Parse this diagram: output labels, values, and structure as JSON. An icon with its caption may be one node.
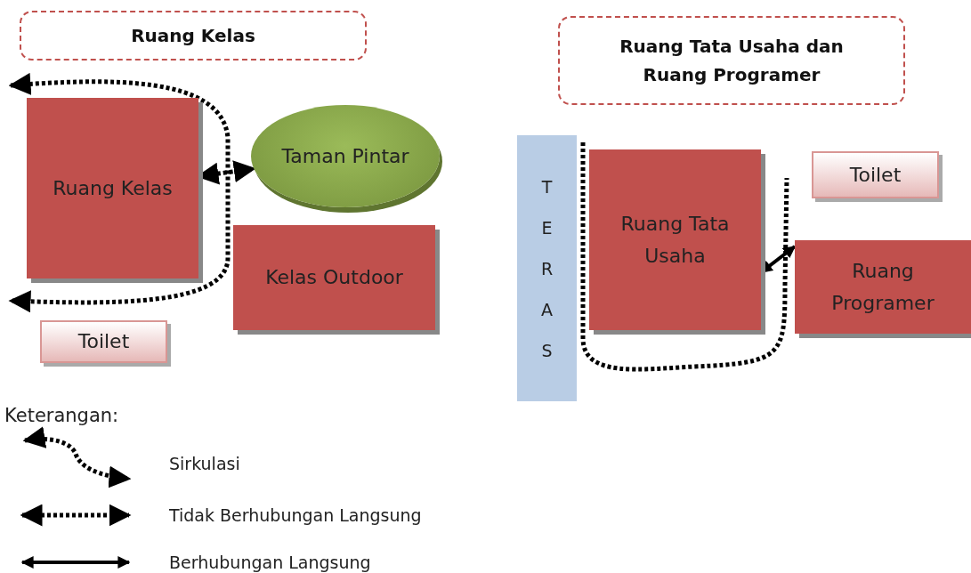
{
  "diagram": {
    "nodes": [
      {
        "text": [
          "Ruang Kelas"
        ]
      },
      {
        "text": [
          "Ruang Kelas"
        ]
      },
      {
        "text": [
          "Taman Pintar"
        ]
      },
      {
        "text": [
          "Kelas Outdoor"
        ]
      },
      {
        "text": [
          "Toilet"
        ]
      },
      {
        "text": [
          "Ruang Tata Usaha dan Ruang Programer"
        ]
      },
      {
        "text": [
          "TERAS"
        ]
      },
      {
        "text": [
          "Ruang Tata Usaha"
        ]
      },
      {
        "text": [
          "Toilet"
        ]
      },
      {
        "text": [
          "Ruang Programer"
        ]
      }
    ],
    "edges": [
      {
        "from": 1,
        "to": 2,
        "arrow": "both",
        "style": "dashed"
      },
      {
        "from": 7,
        "to": 9,
        "arrow": "both"
      }
    ],
    "labels": [
      "Keterangan:"
    ],
    "legend": [
      {
        "text": "Sirkulasi"
      },
      {
        "text": "Tidak Berhubungan Langsung"
      },
      {
        "text": "Berhubungan Langsung"
      }
    ]
  }
}
